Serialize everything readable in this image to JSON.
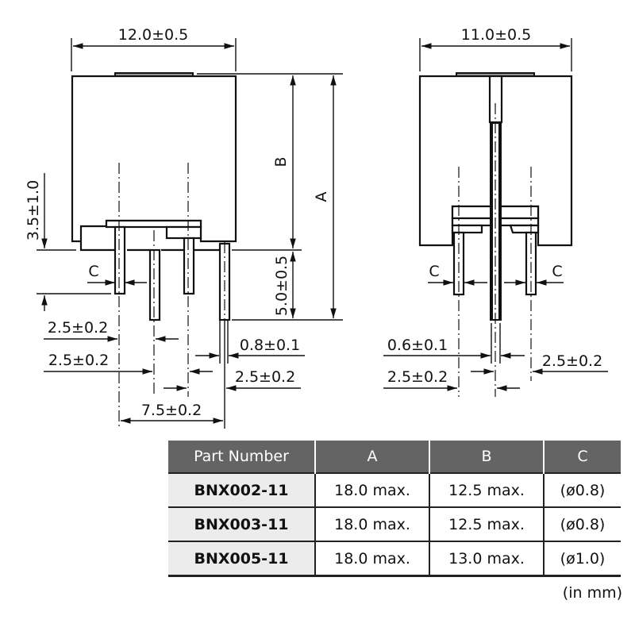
{
  "front_view": {
    "width_dim": "12.0±0.5",
    "standoff_dim": "3.5±1.0",
    "lead_length_dim": "5.0±0.5",
    "height_B_label": "B",
    "height_A_label": "A",
    "lead_dia_label": "C",
    "pitch_left_1": "2.5±0.2",
    "pitch_left_2": "2.5±0.2",
    "pitch_right": "2.5±0.2",
    "lead_width_dim": "0.8±0.1",
    "total_pitch": "7.5±0.2"
  },
  "side_view": {
    "width_dim": "11.0±0.5",
    "lead_dia_label_left": "C",
    "lead_dia_label_right": "C",
    "lead_thickness_dim": "0.6±0.1",
    "pitch_left": "2.5±0.2",
    "pitch_right": "2.5±0.2"
  },
  "table": {
    "headers": [
      "Part Number",
      "A",
      "B",
      "C"
    ],
    "rows": [
      [
        "BNX002-11",
        "18.0 max.",
        "12.5 max.",
        "(ø0.8)"
      ],
      [
        "BNX003-11",
        "18.0 max.",
        "12.5 max.",
        "(ø0.8)"
      ],
      [
        "BNX005-11",
        "18.0 max.",
        "13.0 max.",
        "(ø1.0)"
      ]
    ],
    "header_bg": "#646464",
    "part_cell_bg": "#ececec"
  },
  "unit_note": "(in mm)"
}
